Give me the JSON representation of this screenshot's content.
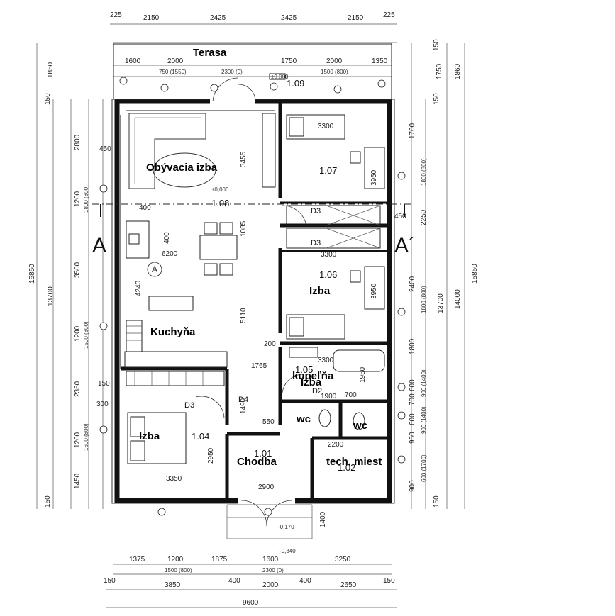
{
  "rooms": {
    "terasa": "Terasa",
    "obyvacia": "Obývacia izba",
    "kuchyna": "Kuchyňa",
    "izba_104": "Izba",
    "izba_106": "Izba",
    "kupelna": "kupeľňa",
    "kupelna_overlap": "Izba",
    "wc1": "wc",
    "wc2": "wc",
    "chodba": "Chodba",
    "tech": "tech. miest"
  },
  "codes": {
    "c109": "1.09",
    "c108": "1.08",
    "c107": "1.07",
    "c106": "1.06",
    "c105": "1.05",
    "c104": "1.04",
    "c101": "1.01",
    "c102": "1.02"
  },
  "section": {
    "left": "A",
    "right": "A´"
  },
  "doors": {
    "d2": "D2",
    "d3a": "D3",
    "d3b": "D3",
    "d3c": "D3",
    "d4": "D4"
  },
  "top_dims": {
    "row1": [
      "225",
      "2150",
      "2425",
      "2425",
      "2150",
      "225"
    ],
    "row2": [
      "1600",
      "2000",
      "1750",
      "2000",
      "1350"
    ],
    "row3": [
      "750 (1550)",
      "2300 (0)",
      "1500 (800)"
    ]
  },
  "bottom_dims": {
    "row1": [
      "1375",
      "1200",
      "1875",
      "1600",
      "3250"
    ],
    "row2": [
      "1500 (800)",
      "2300 (0)"
    ],
    "row3": [
      "150",
      "3850",
      "400",
      "2000",
      "400",
      "2650",
      "150"
    ],
    "total": "9600"
  },
  "left_dims": {
    "outer": [
      "1850",
      "150",
      "2800",
      "1200",
      "3500",
      "1200",
      "2350",
      "1200",
      "1450",
      "150"
    ],
    "mid": [
      "450",
      "1800 (800)",
      "1500 (800)",
      "150",
      "300",
      "1600 (800)"
    ],
    "total1": "15850",
    "total2": "13700"
  },
  "right_dims": {
    "outer": [
      "150",
      "1750",
      "1860",
      "150",
      "1700",
      "2250",
      "2400",
      "1800",
      "600",
      "700",
      "600",
      "950",
      "900",
      "150"
    ],
    "mid": [
      "1800 (800)",
      "1800 (800)",
      "900 (1400)",
      "900 (1400)",
      "600 (1700)"
    ],
    "total1": "13700",
    "total2": "14000",
    "total3": "15850"
  },
  "inner_dims": {
    "d3300a": "3300",
    "d3950a": "3950",
    "d3300b": "3300",
    "d3950b": "3950",
    "d3455": "3455",
    "d1085": "1085",
    "d6200": "6200",
    "d4240": "4240",
    "d5110": "5110",
    "d1765": "1765",
    "d1490": "1490",
    "d2950": "2950",
    "d3350": "3350",
    "d2900": "2900",
    "d2200": "2200",
    "d1950": "1950",
    "d1900": "1900",
    "d700": "700",
    "d200": "200",
    "d400": "400",
    "d400b": "400",
    "d450": "450",
    "d550": "550",
    "d1400": "1400",
    "d3300c": "3300",
    "level0": "±0,000",
    "level1": "±0,000",
    "level2": "-0,170",
    "level3": "-0,340"
  }
}
